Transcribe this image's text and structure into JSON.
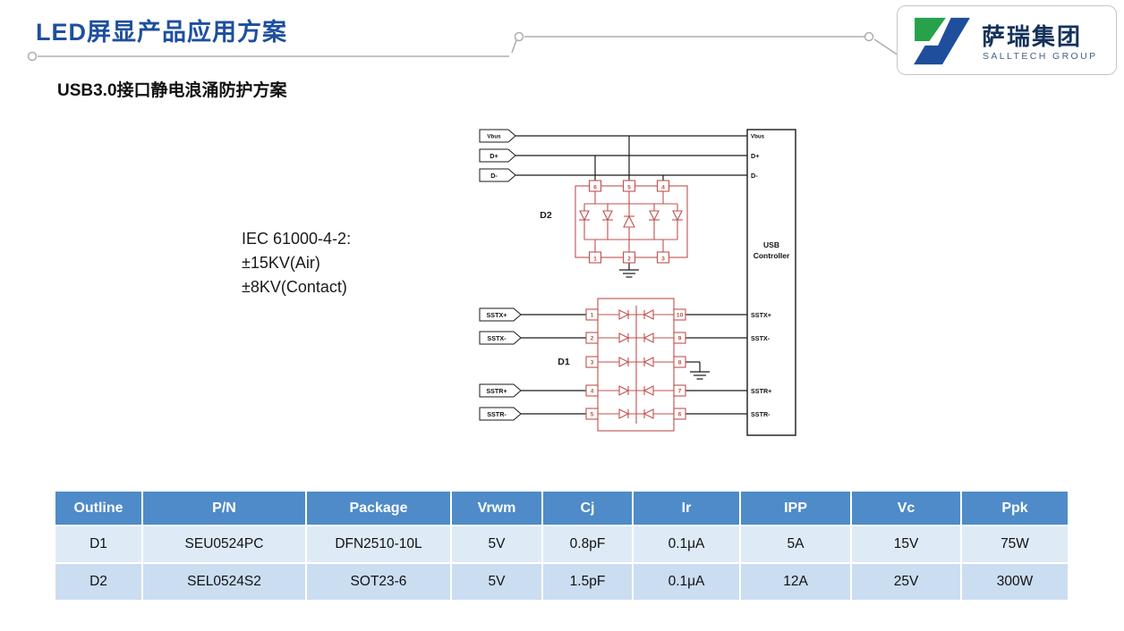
{
  "slide": {
    "title": "LED屏显产品应用方案",
    "subtitle": "USB3.0接口静电浪涌防护方案"
  },
  "logo": {
    "company_cn": "萨瑞集团",
    "company_en": "SALLTECH GROUP"
  },
  "diagram": {
    "iec": {
      "line1": "IEC 61000-4-2:",
      "line2": "±15KV(Air)",
      "line3": "±8KV(Contact)"
    },
    "tags": {
      "vbus": "Vbus",
      "dplus": "D+",
      "dminus": "D-",
      "sstx_plus": "SSTX+",
      "sstx_minus": "SSTX-",
      "sstr_plus": "SSTR+",
      "sstr_minus": "SSTR-"
    },
    "d2": {
      "label": "D2",
      "pins_top": [
        "6",
        "5",
        "4"
      ],
      "pins_bottom": [
        "1",
        "2",
        "3"
      ]
    },
    "d1": {
      "label": "D1",
      "pins_left": [
        "1",
        "2",
        "3",
        "4",
        "5"
      ],
      "pins_right": [
        "10",
        "9",
        "8",
        "7",
        "6"
      ]
    },
    "controller": {
      "vbus": "Vbus",
      "dplus": "D+",
      "dminus": "D-",
      "title_line1": "USB",
      "title_line2": "Controller",
      "sstx_plus": "SSTX+",
      "sstx_minus": "SSTX-",
      "sstr_plus": "SSTR+",
      "sstr_minus": "SSTR-"
    }
  },
  "table": {
    "headers": [
      "Outline",
      "P/N",
      "Package",
      "Vrwm",
      "Cj",
      "Ir",
      "IPP",
      "Vc",
      "Ppk"
    ],
    "rows": [
      [
        "D1",
        "SEU0524PC",
        "DFN2510-10L",
        "5V",
        "0.8pF",
        "0.1μA",
        "5A",
        "15V",
        "75W"
      ],
      [
        "D2",
        "SEL0524S2",
        "SOT23-6",
        "5V",
        "1.5pF",
        "0.1μA",
        "12A",
        "25V",
        "300W"
      ]
    ]
  },
  "colors": {
    "title_blue": "#1D4F9E",
    "component_red": "#C0504D",
    "table_header_blue": "#4E8BC8",
    "row_light": "#DEEBF7",
    "row_dark": "#CBDDF1",
    "logo_green": "#27A24A",
    "logo_blue": "#1F4E9C"
  }
}
